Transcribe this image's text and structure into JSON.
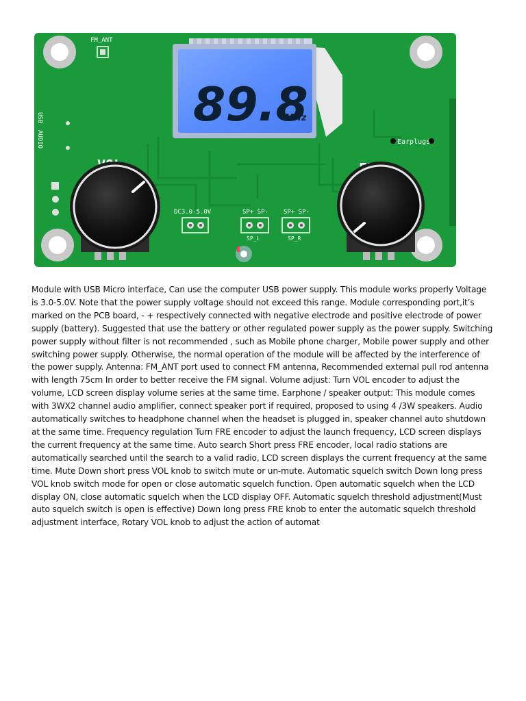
{
  "board": {
    "colors": {
      "pcb": "#1a9a3a",
      "lcd": "#5a8dff",
      "knob": "#151515",
      "pad": "#e0e0e0"
    },
    "labels": {
      "fm_ant": "FM_ANT",
      "usb": "USB",
      "audio": "AUDIO",
      "vol": "VOL",
      "fre": "FRE",
      "dc": "DC3.0-5.0V",
      "sp_polarity_l": "SP+ SP-",
      "sp_polarity_r": "SP+ SP-",
      "sp_l": "SP_L",
      "sp_r": "SP_R",
      "earplugs": "Earplugs"
    },
    "lcd": {
      "frequency": "89.8",
      "unit": "MHz"
    }
  },
  "text": {
    "body": "Module with USB Micro interface, Can use the computer USB power supply. This module works properly Voltage is 3.0-5.0V. Note that the power supply voltage should not exceed this range. Module corresponding port,it’s marked on the PCB board, - + respectively connected with negative electrode and positive electrode of power supply (battery). Suggested that use the battery or other regulated power supply as the power supply. Switching power supply without filter is not recommended , such as Mobile phone charger, Mobile power supply and other switching power supply. Otherwise, the normal operation of the module will be affected by the interference of the power supply. Antenna: FM_ANT port used to connect FM antenna, Recommended external pull rod antenna with length 75cm In order to better receive the FM signal. Volume adjust: Turn VOL encoder to adjust the volume, LCD screen display volume series at the same time. Earphone / speaker output: This module comes with 3WX2 channel audio amplifier, connect speaker port if required, proposed to using 4 /3W speakers. Audio automatically switches to headphone channel when the headset is plugged in, speaker channel auto shutdown at the same time. Frequency regulation Turn FRE encoder to adjust the launch frequency, LCD screen displays the current frequency at the same time. Auto search Short press FRE encoder, local radio stations are automatically searched until the search to a valid radio, LCD screen displays the current frequency at the same time. Mute Down short press VOL knob to switch mute or un-mute. Automatic squelch switch Down long press VOL knob switch mode for open or close automatic squelch function. Open automatic squelch when the LCD display ON, close automatic squelch when the LCD display OFF. Automatic squelch threshold adjustment(Must auto squelch switch is open is effective) Down long press FRE knob to enter the automatic squelch threshold adjustment interface, Rotary VOL knob to adjust the action of automat"
  }
}
